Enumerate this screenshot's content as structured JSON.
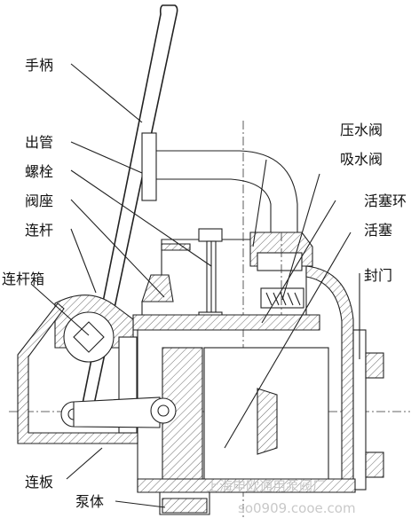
{
  "labels": {
    "handle": "手柄",
    "outlet_pipe": "出管",
    "bolt": "螺栓",
    "valve_seat": "阀座",
    "connecting_rod": "连杆",
    "rod_box": "连杆箱",
    "link_plate": "连板",
    "pump_body": "泵体",
    "discharge_valve": "压水阀",
    "suction_valve": "吸水阀",
    "piston_ring": "活塞环",
    "piston": "活塞",
    "seal_door": "封门"
  },
  "watermark": {
    "company": "上海申欧通用泵阀厂",
    "site": "so0909.cooe.com"
  },
  "colors": {
    "line": "#222222",
    "watermark": "#c9c9c9"
  }
}
